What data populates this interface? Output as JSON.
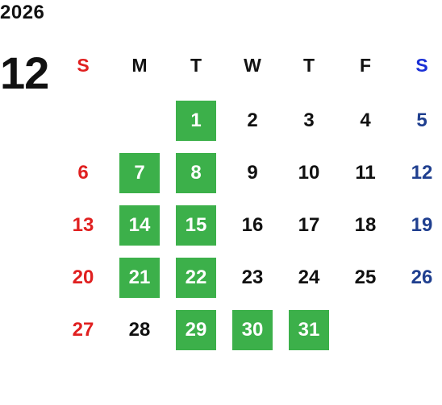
{
  "calendar": {
    "year": "2026",
    "month": "12",
    "weekdays": [
      "S",
      "M",
      "T",
      "W",
      "T",
      "F",
      "S"
    ],
    "first_weekday_index": 2,
    "days": [
      {
        "label": "1",
        "highlighted": true
      },
      {
        "label": "2",
        "highlighted": false
      },
      {
        "label": "3",
        "highlighted": false
      },
      {
        "label": "4",
        "highlighted": false
      },
      {
        "label": "5",
        "highlighted": false
      },
      {
        "label": "6",
        "highlighted": false
      },
      {
        "label": "7",
        "highlighted": true
      },
      {
        "label": "8",
        "highlighted": true
      },
      {
        "label": "9",
        "highlighted": false
      },
      {
        "label": "10",
        "highlighted": false
      },
      {
        "label": "11",
        "highlighted": false
      },
      {
        "label": "12",
        "highlighted": false
      },
      {
        "label": "13",
        "highlighted": false
      },
      {
        "label": "14",
        "highlighted": true
      },
      {
        "label": "15",
        "highlighted": true
      },
      {
        "label": "16",
        "highlighted": false
      },
      {
        "label": "17",
        "highlighted": false
      },
      {
        "label": "18",
        "highlighted": false
      },
      {
        "label": "19",
        "highlighted": false
      },
      {
        "label": "20",
        "highlighted": false
      },
      {
        "label": "21",
        "highlighted": true
      },
      {
        "label": "22",
        "highlighted": true
      },
      {
        "label": "23",
        "highlighted": false
      },
      {
        "label": "24",
        "highlighted": false
      },
      {
        "label": "25",
        "highlighted": false
      },
      {
        "label": "26",
        "highlighted": false
      },
      {
        "label": "27",
        "highlighted": false
      },
      {
        "label": "28",
        "highlighted": false
      },
      {
        "label": "29",
        "highlighted": true
      },
      {
        "label": "30",
        "highlighted": true
      },
      {
        "label": "31",
        "highlighted": true
      }
    ]
  },
  "colors": {
    "text": "#111111",
    "sunday": "#e02020",
    "saturday_header": "#1a2fd6",
    "saturday": "#1f3f8f",
    "highlight_bg": "#3cb04a",
    "highlight_text": "#ffffff"
  }
}
